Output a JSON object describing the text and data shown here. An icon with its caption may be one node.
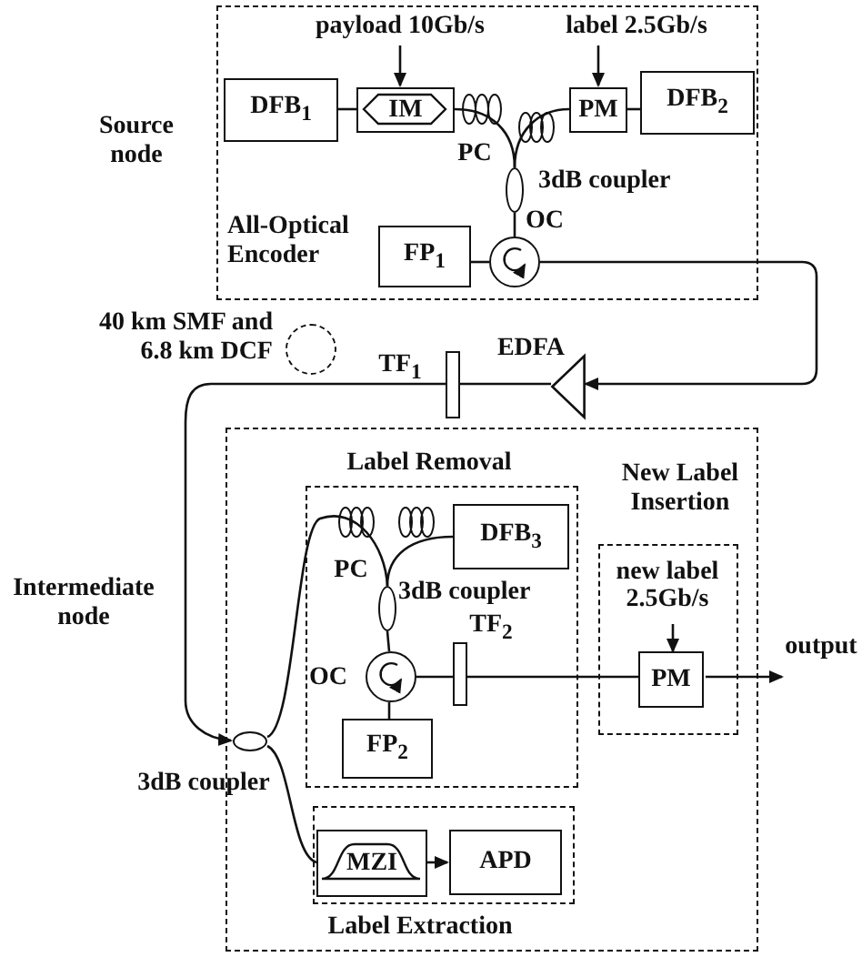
{
  "diagram": {
    "nodes": [
      {
        "text": [
          "Source node"
        ]
      },
      {
        "text": [
          "payload 10Gb/s"
        ],
        "in": 0
      },
      {
        "text": [
          "label 2.5Gb/s"
        ],
        "in": 0
      },
      {
        "text": [
          "DFB$_{1}$"
        ],
        "in": 0
      },
      {
        "text": [
          "IM"
        ],
        "in": 0
      },
      {
        "text": [
          "PM"
        ],
        "in": 0
      },
      {
        "text": [
          "DFB$_{2}$"
        ],
        "in": 0
      },
      {
        "text": [],
        "shape": "ellipse",
        "in": 0,
        "beside": [
          "3dB coupler"
        ]
      },
      {
        "text": [],
        "shape": "circle",
        "in": 0,
        "beside": [
          "OC"
        ]
      },
      {
        "text": [
          "FP$_{1}$"
        ],
        "in": 0
      },
      {
        "text": [],
        "shape": "circle",
        "beside": [
          "40 km SMF and 6.8 km DCF"
        ]
      },
      {
        "text": [],
        "shape": "bar",
        "beside": [
          "TF$_{1}$"
        ]
      },
      {
        "text": [],
        "shape": "triangle",
        "beside": [
          "EDFA"
        ]
      },
      {
        "text": [
          "Intermediate node"
        ]
      },
      {
        "text": [
          "Label Removal"
        ],
        "in": 13
      },
      {
        "text": [
          "DFB$_{3}$"
        ],
        "in": 14
      },
      {
        "text": [],
        "shape": "ellipse",
        "in": 14,
        "beside": [
          "3dB coupler"
        ]
      },
      {
        "text": [],
        "shape": "circle",
        "in": 14,
        "beside": [
          "OC"
        ]
      },
      {
        "text": [],
        "shape": "bar",
        "in": 14,
        "beside": [
          "TF$_{2}$"
        ]
      },
      {
        "text": [
          "FP$_{2}$"
        ],
        "in": 14
      },
      {
        "text": [
          "New Label Insertion"
        ],
        "in": 13
      },
      {
        "text": [],
        "shape": "box",
        "in": 20
      },
      {
        "text": [
          "new label 2.5Gb/s"
        ],
        "in": 21
      },
      {
        "text": [
          "PM"
        ],
        "in": 21
      },
      {
        "text": [],
        "shape": "ellipse",
        "in": 13,
        "beside": [
          "3dB coupler"
        ]
      },
      {
        "text": [
          "Label Extraction"
        ],
        "in": 13
      },
      {
        "text": [
          "MZI"
        ],
        "in": 25
      },
      {
        "text": [
          "APD"
        ],
        "in": 25
      },
      {
        "text": [
          "output"
        ]
      }
    ],
    "edges": [
      {
        "from": 1,
        "to": 4,
        "arrow": "to"
      },
      {
        "from": 2,
        "to": 5,
        "arrow": "to"
      },
      {
        "from": 3,
        "to": 4,
        "arrow": "none"
      },
      {
        "from": 4,
        "to": 7,
        "arrow": "none"
      },
      {
        "from": 5,
        "to": 6,
        "arrow": "none"
      },
      {
        "from": 5,
        "to": 7,
        "arrow": "none"
      },
      {
        "from": 7,
        "to": 8,
        "arrow": "none"
      },
      {
        "from": 8,
        "to": 9,
        "arrow": "none"
      },
      {
        "from": 8,
        "to": 12,
        "arrow": "to"
      },
      {
        "from": 12,
        "to": 11,
        "arrow": "none"
      },
      {
        "from": 11,
        "to": 24,
        "arrow": "to"
      },
      {
        "from": 24,
        "to": 16,
        "arrow": "none"
      },
      {
        "from": 24,
        "to": 26,
        "arrow": "none"
      },
      {
        "from": 15,
        "to": 16,
        "arrow": "none"
      },
      {
        "from": 16,
        "to": 17,
        "arrow": "none"
      },
      {
        "from": 17,
        "to": 19,
        "arrow": "none"
      },
      {
        "from": 17,
        "to": 18,
        "arrow": "none"
      },
      {
        "from": 18,
        "to": 23,
        "arrow": "none"
      },
      {
        "from": 22,
        "to": 23,
        "arrow": "to"
      },
      {
        "from": 23,
        "to": 28,
        "arrow": "to"
      },
      {
        "from": 26,
        "to": 27,
        "arrow": "to"
      }
    ],
    "labels": [
      "PC",
      "All-Optical Encoder",
      "PC"
    ]
  }
}
